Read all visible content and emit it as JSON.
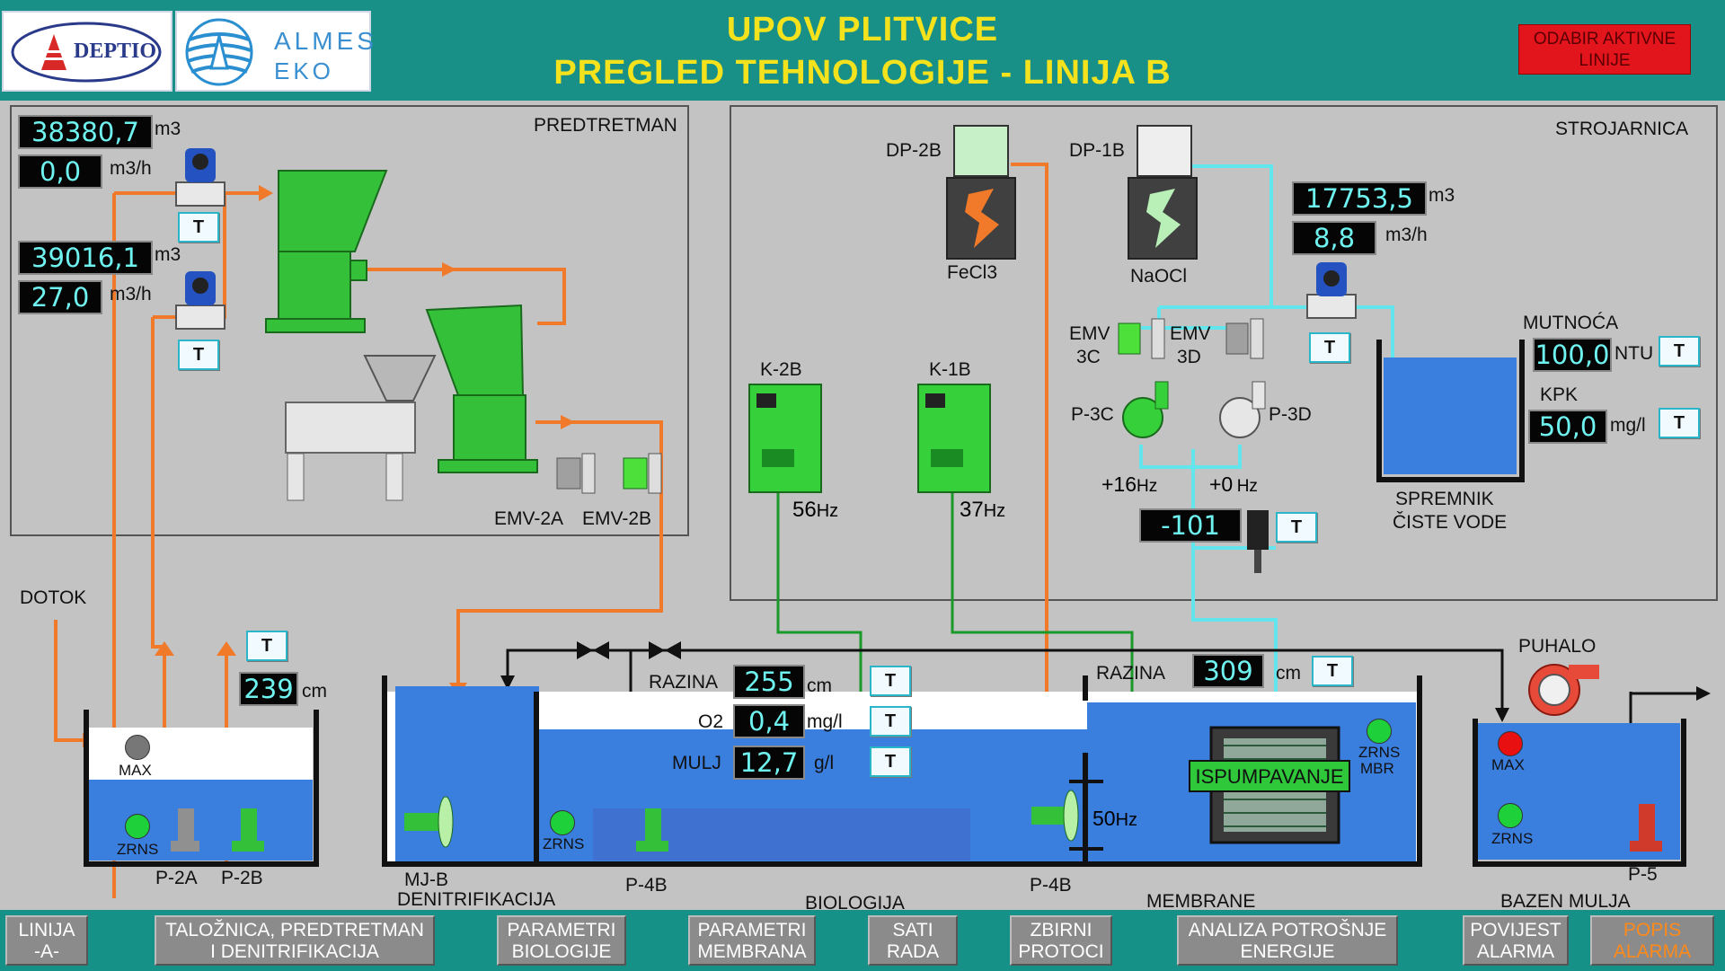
{
  "header": {
    "title_line1": "UPOV PLITVICE",
    "title_line2": "PREGLED TEHNOLOGIJE - LINIJA B",
    "logo1_text": "DEPTIO",
    "logo2_line1": "ALMES",
    "logo2_line2": "EKO",
    "active_line_button": "ODABIR AKTIVNE LINIJE"
  },
  "predtretman": {
    "title": "PREDTRETMAN",
    "flow1_total": "38380,7",
    "flow1_total_unit": "m3",
    "flow1_rate": "0,0",
    "flow1_rate_unit": "m3/h",
    "flow2_total": "39016,1",
    "flow2_total_unit": "m3",
    "flow2_rate": "27,0",
    "flow2_rate_unit": "m3/h",
    "emv_a": "EMV-2A",
    "emv_b": "EMV-2B"
  },
  "strojarnica": {
    "title": "STROJARNICA",
    "dp2b": "DP-2B",
    "dp1b": "DP-1B",
    "fecl3": "FeCl3",
    "naocl": "NaOCl",
    "flow_total": "17753,5",
    "flow_total_unit": "m3",
    "flow_rate": "8,8",
    "flow_rate_unit": "m3/h",
    "k2b": "K-2B",
    "k1b": "K-1B",
    "k2b_freq": "56",
    "k1b_freq": "37",
    "hz": "Hz",
    "emv3c_l1": "EMV",
    "emv3c_l2": "3C",
    "emv3d_l1": "EMV",
    "emv3d_l2": "3D",
    "p3c": "P-3C",
    "p3d": "P-3D",
    "p3c_freq": "+16",
    "p3d_freq": "+0",
    "pressure": "-101",
    "mutnoca_label": "MUTNOĆA",
    "mutnoca_value": "100,0",
    "mutnoca_unit": "NTU",
    "kpk_label": "KPK",
    "kpk_value": "50,0",
    "kpk_unit": "mg/l",
    "tank_l1": "SPREMNIK",
    "tank_l2": "ČISTE VODE"
  },
  "dotok": {
    "label": "DOTOK",
    "level": "239",
    "level_unit": "cm",
    "max": "MAX",
    "zrns": "ZRNS",
    "p2a": "P-2A",
    "p2b": "P-2B"
  },
  "biologija": {
    "razina_label": "RAZINA",
    "razina_value": "255",
    "razina_unit": "cm",
    "o2_label": "O2",
    "o2_value": "0,4",
    "o2_unit": "mg/l",
    "mulj_label": "MULJ",
    "mulj_value": "12,7",
    "mulj_unit": "g/l",
    "zrns": "ZRNS",
    "mj_l1": "MJ-B",
    "mj_l2": "DENITRIFIKACIJA",
    "p4b_left": "P-4B",
    "biologija": "BIOLOGIJA"
  },
  "membrane": {
    "razina_label": "RAZINA",
    "razina_value": "309",
    "razina_unit": "cm",
    "freq": "50",
    "ispumpavanje": "ISPUMPAVANJE",
    "zrns_l1": "ZRNS",
    "zrns_l2": "MBR",
    "p4b": "P-4B",
    "membrane": "MEMBRANE"
  },
  "mulj": {
    "puhalo": "PUHALO",
    "max": "MAX",
    "zrns": "ZRNS",
    "p5": "P-5",
    "bazen": "BAZEN MULJA"
  },
  "t_label": "T",
  "nav": [
    {
      "l1": "LINIJA",
      "l2": "-A-"
    },
    {
      "l1": "TALOŽNICA, PREDTRETMAN",
      "l2": "I DENITRIFIKACIJA"
    },
    {
      "l1": "PARAMETRI",
      "l2": "BIOLOGIJE"
    },
    {
      "l1": "PARAMETRI",
      "l2": "MEMBRANA"
    },
    {
      "l1": "SATI",
      "l2": "RADA"
    },
    {
      "l1": "ZBIRNI",
      "l2": "PROTOCI"
    },
    {
      "l1": "ANALIZA POTROŠNJE",
      "l2": "ENERGIJE"
    },
    {
      "l1": "POVIJEST",
      "l2": "ALARMA"
    },
    {
      "l1": "POPIS",
      "l2": "ALARMA"
    }
  ],
  "colors": {
    "header": "#189088",
    "title": "#f4e21d",
    "alarm": "#e2141c",
    "pipe_orange": "#f07a2a",
    "pipe_green": "#1a9a2a",
    "pipe_cyan": "#62e6ee",
    "water": "#3a7ede",
    "equipment_green": "#35c03a"
  }
}
